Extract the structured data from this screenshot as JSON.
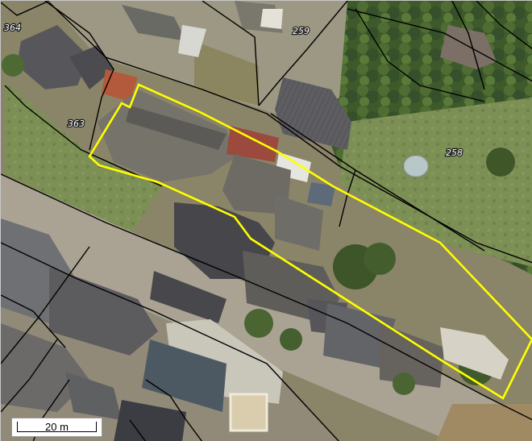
{
  "map": {
    "type": "aerial-imagery-with-parcel-boundaries",
    "highlight_color": "#ffff00",
    "boundary_color": "#000000"
  },
  "parcels": {
    "p364": "364",
    "p259": "259",
    "p363": "363",
    "p258": "258"
  },
  "scale_bar": {
    "label": "20 m"
  }
}
